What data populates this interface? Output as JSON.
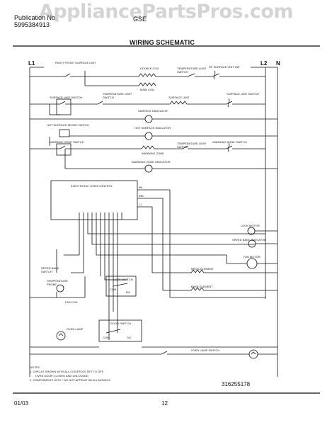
{
  "watermark": "AppliancePartsPros.com",
  "header": {
    "publication_label": "Publication No",
    "publication_number": "5995384913",
    "model": "GSE",
    "title": "WIRING SCHEMATIC"
  },
  "lines": {
    "l1": "L1",
    "l2": "L2",
    "n": "N"
  },
  "labels": {
    "right_front": "RIGHT FRONT SURFACE UNIT",
    "dual_coil": "DOUBLE COIL",
    "main_coil": "MAIN COIL",
    "rf_surface_unit_sw": "RF SURFACE UNIT SW",
    "temp_limit": "TEMPERATURE LIMIT SWITCH",
    "surface_unit_switch": "SURFACE UNIT SWITCH",
    "surface_unit": "SURFACE UNIT",
    "surface_indicator": "SURFACE INDICATOR",
    "hot_surface_switch": "HOT SURFACE SENSE SWITCH",
    "hot_surface_indicator": "HOT SURFACE INDICATOR",
    "warming_zone_switch": "WARMING ZONE SWITCH",
    "warming_zone": "WARMING ZONE",
    "warming_zone_indicator": "WARMING ZONE INDICATOR",
    "electronic_oven_control": "ELECTRONIC OVEN CONTROL",
    "lock_motor": "LOCK MOTOR",
    "speed_bake_indicator": "SPEED BAKE INDICATOR",
    "fan_motor": "FAN MOTOR",
    "speed_bake_switch": "SPEED BAKE SWITCH",
    "temp_probe": "TEMPERATURE PROBE",
    "fan_coil": "FAN COIL",
    "lock_switch": "LOCK SWITCH",
    "broil_element": "BROIL ELEMENT",
    "bake_element": "BAKE ELEMENT",
    "door_switch": "DOOR SWITCH",
    "oven_lamp": "OVEN LAMP",
    "oven_lamp_switch": "OVEN LAMP SWITCH",
    "bk": "BK",
    "brl": "BRL",
    "l1_term": "L1",
    "com": "COM",
    "no": "NO",
    "nc": "NC"
  },
  "notes": {
    "title": "NOTES:",
    "n1": "1. CIRCUIT SHOWN WITH ALL CONTROLS SET TO OFF,",
    "n1b": "OVEN DOOR CLOSED AND UNLOCKED",
    "n2": "2. COMPONENTS WITH * DO NOT APPEAR ON ALL MODELS"
  },
  "part_number": "316255178",
  "footer": {
    "date": "01/03",
    "page": "12"
  }
}
